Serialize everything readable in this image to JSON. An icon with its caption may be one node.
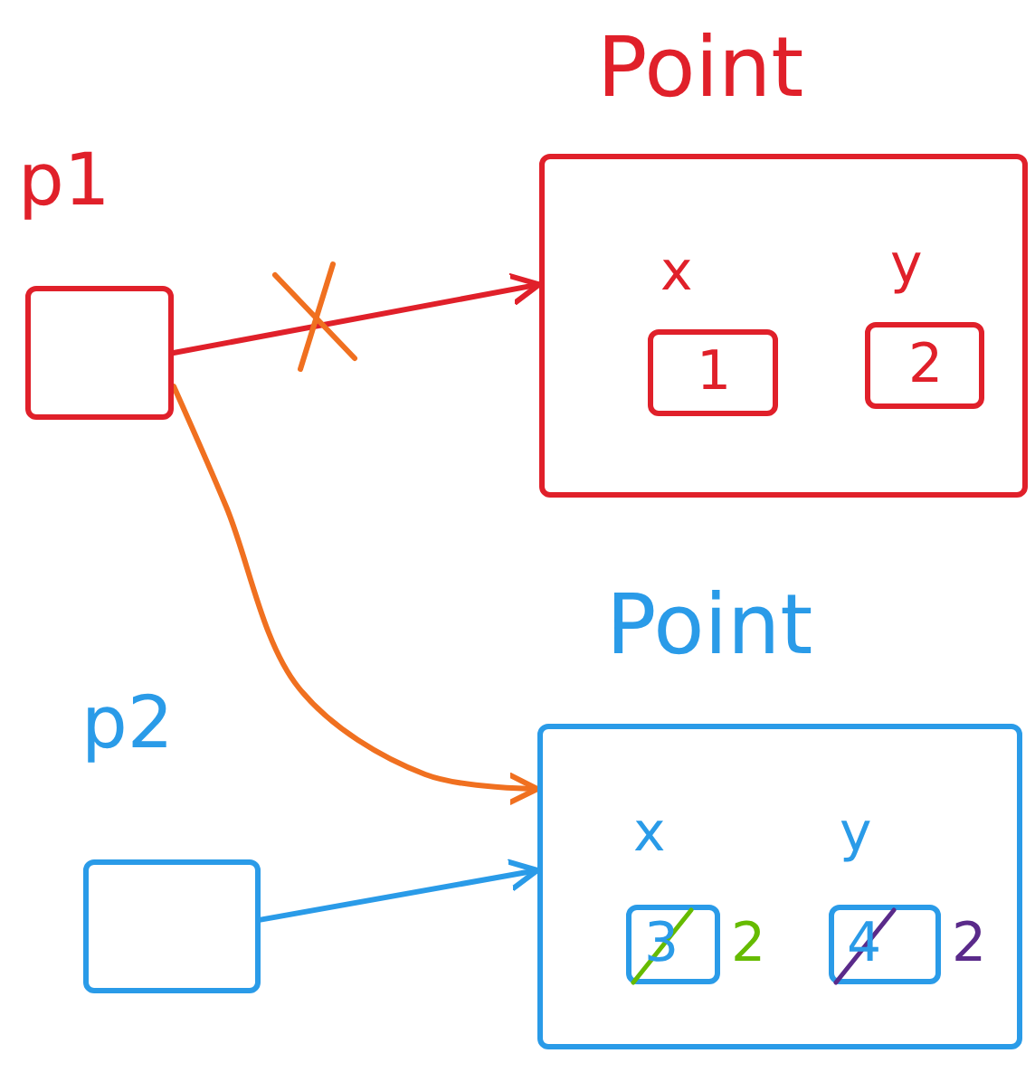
{
  "diagram": {
    "nodes": [
      {
        "text": [
          "p1"
        ]
      },
      {
        "text": [
          "Point"
        ]
      },
      {
        "text": [
          "x",
          "1"
        ],
        "in": 1
      },
      {
        "text": [
          "y",
          "2"
        ],
        "in": 1
      },
      {
        "text": [
          "p2"
        ]
      },
      {
        "text": [
          "Point"
        ]
      },
      {
        "text": [
          "x",
          "3",
          "2"
        ],
        "in": 5
      },
      {
        "text": [
          "y",
          "4",
          "2"
        ],
        "in": 5
      }
    ],
    "edges": [
      {
        "from": 0,
        "to": 1,
        "arrow": "to",
        "color": "#e0202a"
      },
      {
        "from": 0,
        "to": 5,
        "arrow": "to",
        "color": "#f07020"
      },
      {
        "from": 4,
        "to": 5,
        "arrow": "to",
        "color": "#2a9be8"
      }
    ]
  }
}
